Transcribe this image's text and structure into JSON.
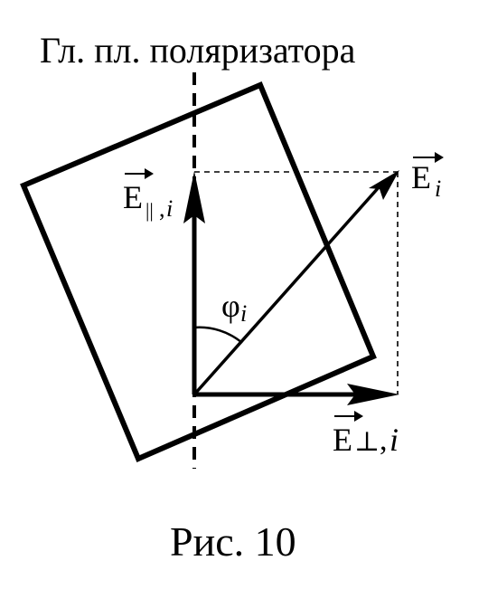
{
  "diagram": {
    "title": "Гл. пл. поляризатора",
    "caption": "Рис. 10",
    "labels": {
      "e_total": {
        "base": "E",
        "sub": "i"
      },
      "e_parallel": {
        "base": "E",
        "sub_symbol": "||",
        "sub_sep": ",",
        "sub_index": "i"
      },
      "e_perp": {
        "base": "E",
        "symbol": "⊥",
        "sep": ",",
        "index": "i"
      },
      "angle": {
        "base": "φ",
        "sub": "i"
      }
    },
    "colors": {
      "ink": "#000000",
      "background": "#ffffff"
    }
  }
}
